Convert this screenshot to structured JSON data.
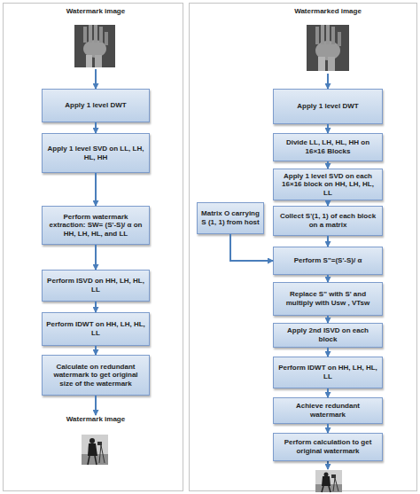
{
  "diagram": {
    "nodes": [
      {
        "text": [
          "Watermark image"
        ]
      },
      {
        "text": [
          "Apply 1 level DWT"
        ]
      },
      {
        "text": [
          "Apply 1 level SVD on LL, LH, HL, HH"
        ]
      },
      {
        "text": [
          "Perform watermark extraction: SW= (S'-S)/ α on HH, LH, HL, and LL"
        ]
      },
      {
        "text": [
          "Perform ISVD on HH, LH, HL, LL"
        ]
      },
      {
        "text": [
          "Perform IDWT on HH, LH, HL, LL"
        ]
      },
      {
        "text": [
          "Calculate on redundant watermark to get original size of the watermark"
        ]
      },
      {
        "text": [
          "Watermark image"
        ]
      },
      {
        "text": [
          "Watermarked image"
        ]
      },
      {
        "text": [
          "Apply 1 level DWT"
        ]
      },
      {
        "text": [
          "Divide LL, LH, HL, HH on 16×16 Blocks"
        ]
      },
      {
        "text": [
          "Apply 1 level SVD on each 16×16 block on HH, LH, HL, LL"
        ]
      },
      {
        "text": [
          "Collect S'(1, 1) of each block on a matrix"
        ]
      },
      {
        "text": [
          "Matrix O carrying S (1, 1) from host"
        ]
      },
      {
        "text": [
          "Perform S''=(S'-S)/ α"
        ]
      },
      {
        "text": [
          "Replace S'' with S' and multiply with Usw , VTsw"
        ]
      },
      {
        "text": [
          "Apply 2nd ISVD on each block"
        ]
      },
      {
        "text": [
          "Perform IDWT on HH, LH, HL, LL"
        ]
      },
      {
        "text": [
          "Achieve redundant watermark"
        ]
      },
      {
        "text": [
          "Perform calculation to get original watermark"
        ]
      }
    ],
    "edges": [
      {
        "from": 0,
        "to": 1,
        "arrow": "to"
      },
      {
        "from": 1,
        "to": 2,
        "arrow": "to"
      },
      {
        "from": 2,
        "to": 3,
        "arrow": "to"
      },
      {
        "from": 3,
        "to": 4,
        "arrow": "to"
      },
      {
        "from": 4,
        "to": 5,
        "arrow": "to"
      },
      {
        "from": 5,
        "to": 6,
        "arrow": "to"
      },
      {
        "from": 6,
        "to": 7,
        "arrow": "to"
      },
      {
        "from": 8,
        "to": 9,
        "arrow": "to"
      },
      {
        "from": 9,
        "to": 10,
        "arrow": "to"
      },
      {
        "from": 10,
        "to": 11,
        "arrow": "to"
      },
      {
        "from": 11,
        "to": 12,
        "arrow": "to"
      },
      {
        "from": 12,
        "to": 14,
        "arrow": "to"
      },
      {
        "from": 13,
        "to": 14,
        "arrow": "to"
      },
      {
        "from": 14,
        "to": 15,
        "arrow": "to"
      },
      {
        "from": 15,
        "to": 16,
        "arrow": "to"
      },
      {
        "from": 16,
        "to": 17,
        "arrow": "to"
      },
      {
        "from": 17,
        "to": 18,
        "arrow": "to"
      },
      {
        "from": 18,
        "to": 19,
        "arrow": "to"
      }
    ]
  }
}
